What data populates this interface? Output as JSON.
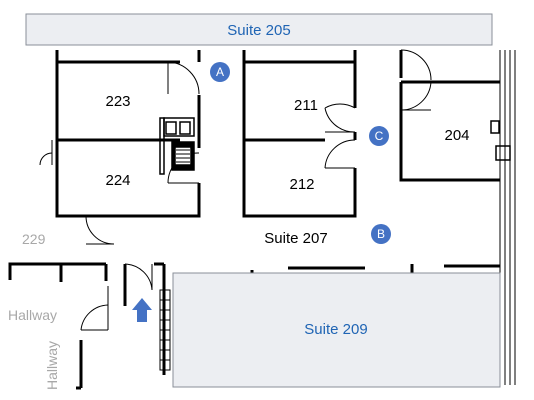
{
  "colors": {
    "wall": "#000000",
    "suite_panel_fill": "#eceef2",
    "suite_panel_border": "#8a8f98",
    "suite_text": "#1f64b4",
    "marker_fill": "#4472c4",
    "grey_text": "#a8a8a8"
  },
  "suites": {
    "top": "Suite 205",
    "center": "Suite 207",
    "bottom": "Suite 209"
  },
  "rooms": {
    "r223": "223",
    "r224": "224",
    "r211": "211",
    "r212": "212",
    "r204": "204",
    "r229": "229"
  },
  "markers": {
    "a": "A",
    "b": "B",
    "c": "C"
  },
  "hallways": {
    "horizontal": "Hallway",
    "vertical": "Hallway"
  },
  "icons": {
    "entrance": "up-arrow-icon"
  }
}
